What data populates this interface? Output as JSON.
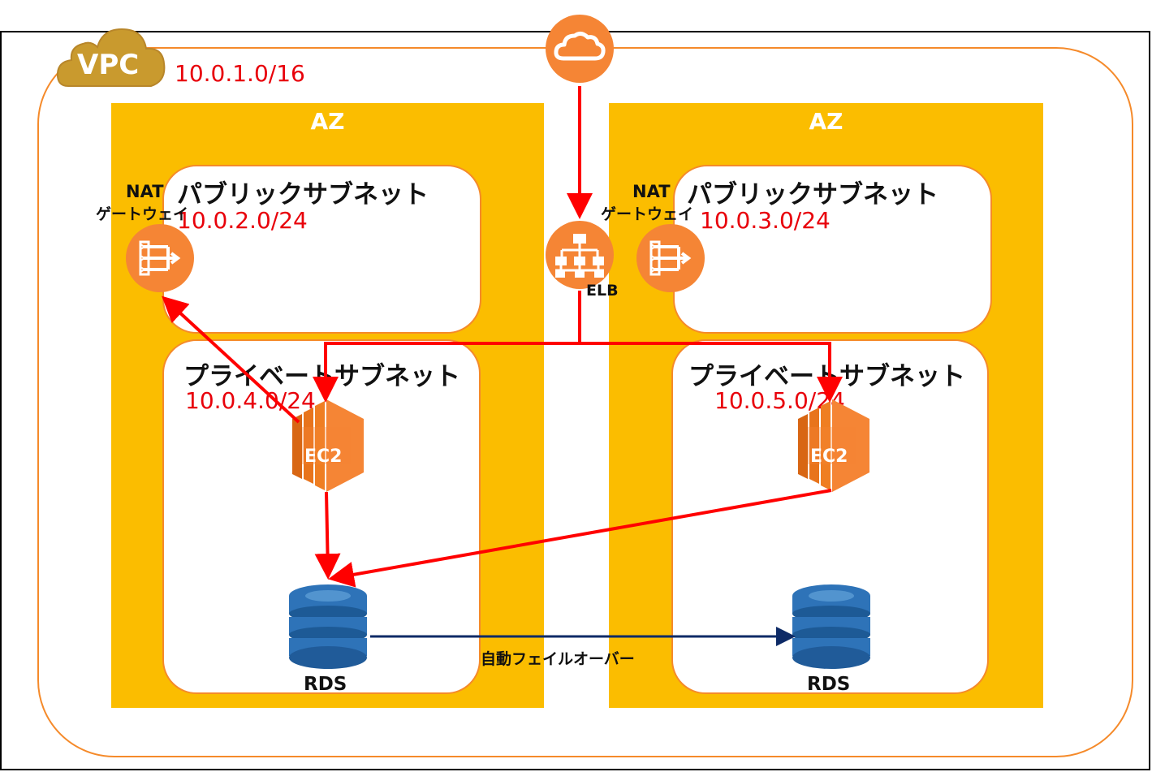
{
  "vpc": {
    "label": "VPC",
    "cidr": "10.0.1.0/16"
  },
  "az_left": {
    "title": "AZ",
    "public_subnet": {
      "title": "パブリックサブネット",
      "cidr": "10.0.2.0/24"
    },
    "private_subnet": {
      "title": "プライベートサブネット",
      "cidr": "10.0.4.0/24"
    },
    "nat": {
      "line1": "NAT",
      "line2": "ゲートウェイ"
    },
    "ec2": "EC2",
    "rds": "RDS"
  },
  "az_right": {
    "title": "AZ",
    "public_subnet": {
      "title": "パブリックサブネット",
      "cidr": "10.0.3.0/24"
    },
    "private_subnet": {
      "title": "プライベートサブネット",
      "cidr": "10.0.5.0/24"
    },
    "nat": {
      "line1": "NAT",
      "line2": "ゲートウェイ"
    },
    "ec2": "EC2",
    "rds": "RDS"
  },
  "elb": "ELB",
  "failover": "自動フェイルオーバー",
  "colors": {
    "az": "#fbbd00",
    "border": "#f58a2a",
    "arrow": "#ff0000",
    "failover_arrow": "#0d2a66",
    "cidr_text": "#e8000a",
    "rds_blue": "#2e73b8"
  },
  "icons": [
    "internet-gateway-cloud-icon",
    "vpc-cloud-icon",
    "nat-gateway-icon",
    "elb-icon",
    "ec2-icon",
    "rds-icon"
  ]
}
